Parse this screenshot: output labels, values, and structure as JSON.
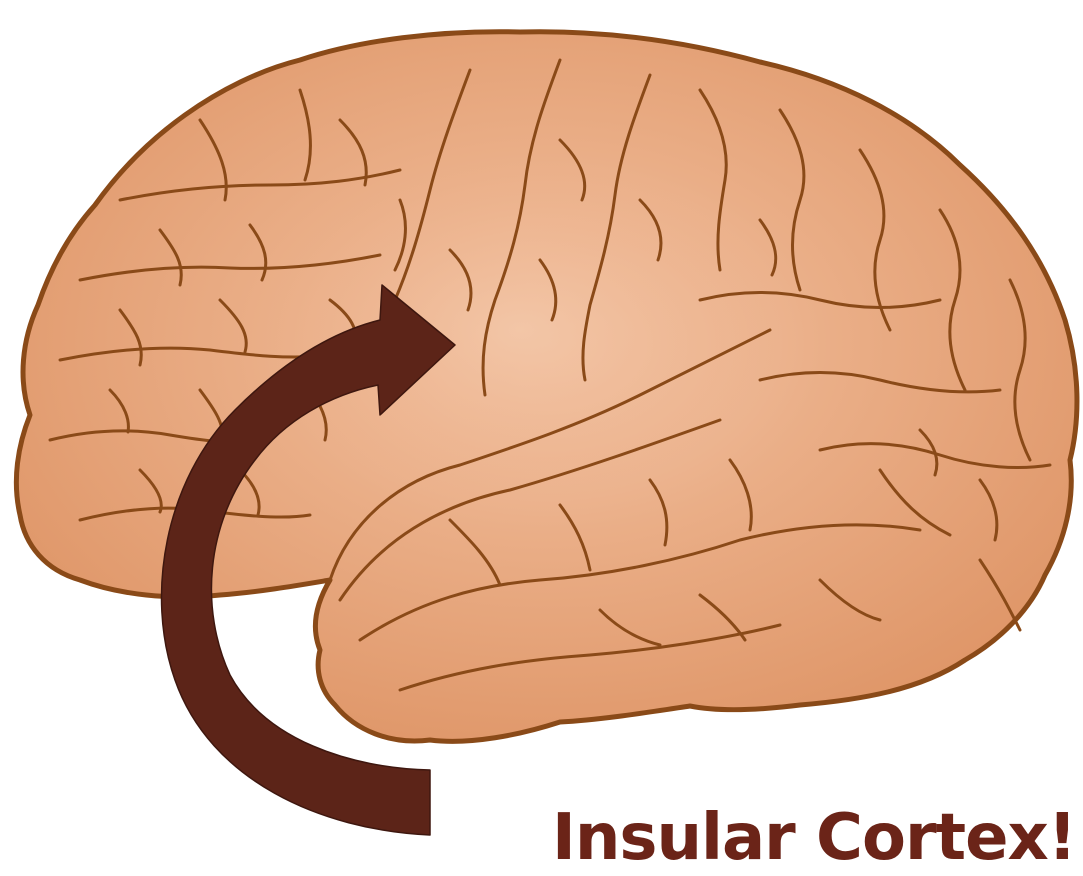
{
  "caption": "Insular Cortex!",
  "colors": {
    "brain_fill": "#e09a6c",
    "brain_highlight": "#f4c3a4",
    "brain_outline": "#8a4a18",
    "arrow": "#5c2418",
    "caption": "#6b2418"
  },
  "icons": {
    "brain": "brain-lateral-view",
    "arrow": "curved-arrow-pointing-into-brain"
  }
}
